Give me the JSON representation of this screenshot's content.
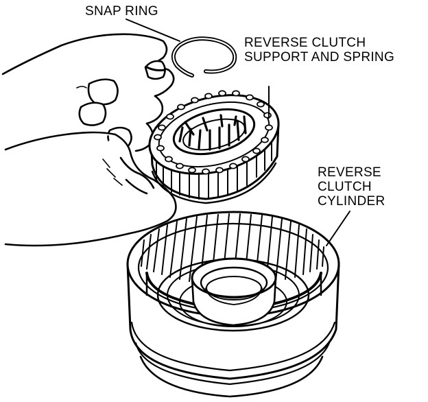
{
  "labels": {
    "snap_ring": [
      "SNAP RING"
    ],
    "reverse_clutch_support": [
      "REVERSE CLUTCH",
      "SUPPORT AND SPRING"
    ],
    "reverse_clutch_cylinder": [
      "REVERSE",
      "CLUTCH",
      "CYLINDER"
    ]
  },
  "colors": {
    "ink": "#000000",
    "paper": "#ffffff"
  }
}
